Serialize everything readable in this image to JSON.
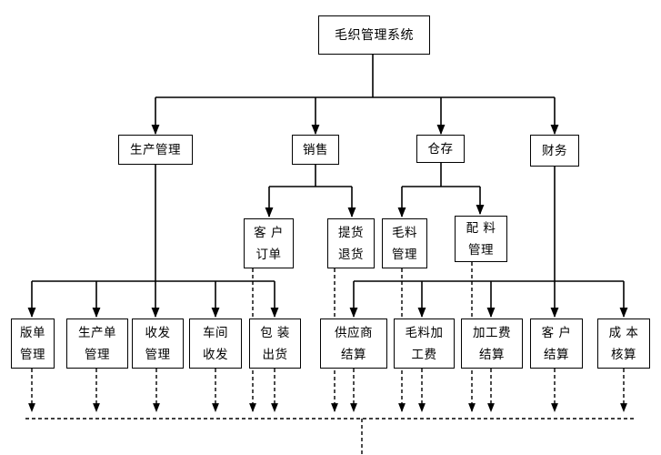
{
  "diagram": {
    "root": "毛织管理系统",
    "modules": {
      "production": "生产管理",
      "sales": "销售",
      "storage": "仓存",
      "finance": "财务"
    },
    "sub": {
      "customer_order": "客 户\n订单",
      "delivery_return": "提货\n退货",
      "wool_mgmt": "毛料\n管理",
      "material_mgmt": "配 料\n管理"
    },
    "leaves": {
      "plate_order": "版单\n管理",
      "production_order": "生产单\n管理",
      "receive_send": "收发\n管理",
      "workshop": "车间\n收发",
      "packing": "包 装\n出货",
      "supplier": "供应商\n结算",
      "wool_process": "毛料加\n工费",
      "process_fee": "加工费\n结算",
      "customer_settle": "客 户\n结算",
      "cost_accounting": "成 本\n核算"
    }
  }
}
